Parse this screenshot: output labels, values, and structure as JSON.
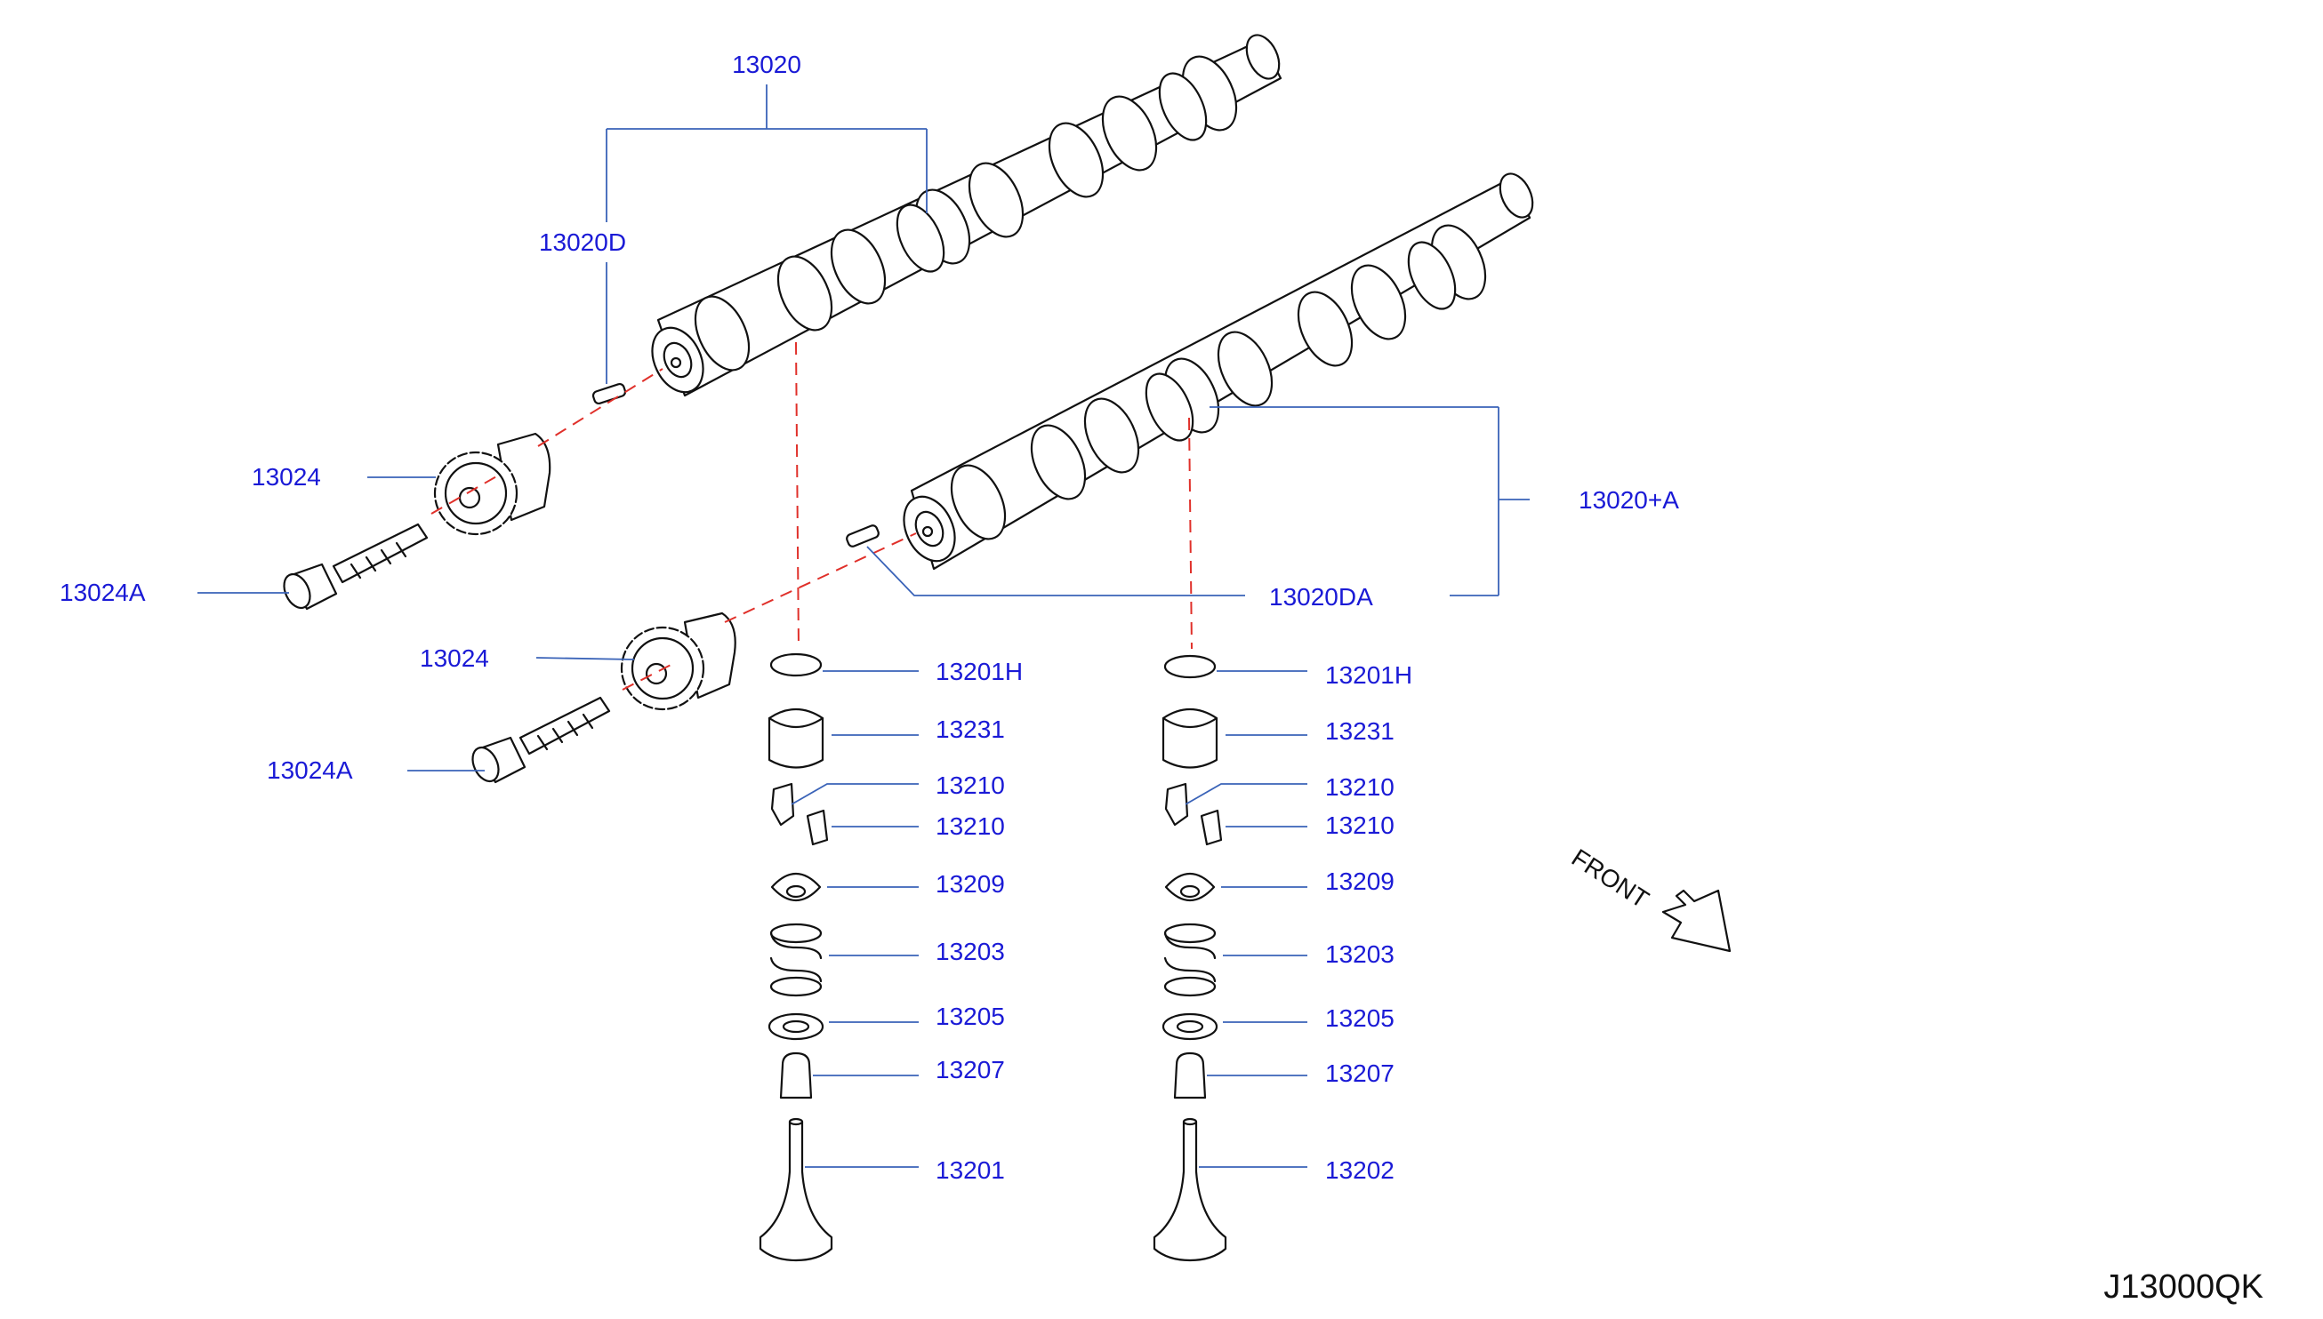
{
  "diagram": {
    "code": "J13000QK",
    "direction_label": "FRONT",
    "camshaft_labels": {
      "exhaust_camshaft": "13020",
      "dowel_pin_upper": "13020D",
      "intake_camshaft": "13020+A",
      "dowel_pin_lower": "13020DA",
      "sprocket_upper": "13024",
      "bolt_upper": "13024A",
      "sprocket_lower": "13024",
      "bolt_lower": "13024A"
    },
    "left_valve_stack": {
      "shim": "13201H",
      "lifter": "13231",
      "collet_a": "13210",
      "collet_b": "13210",
      "retainer": "13209",
      "spring": "13203",
      "seat": "13205",
      "oil_seal": "13207",
      "valve": "13201"
    },
    "right_valve_stack": {
      "shim": "13201H",
      "lifter": "13231",
      "collet_a": "13210",
      "collet_b": "13210",
      "retainer": "13209",
      "spring": "13203",
      "seat": "13205",
      "oil_seal": "13207",
      "valve": "13202"
    }
  }
}
